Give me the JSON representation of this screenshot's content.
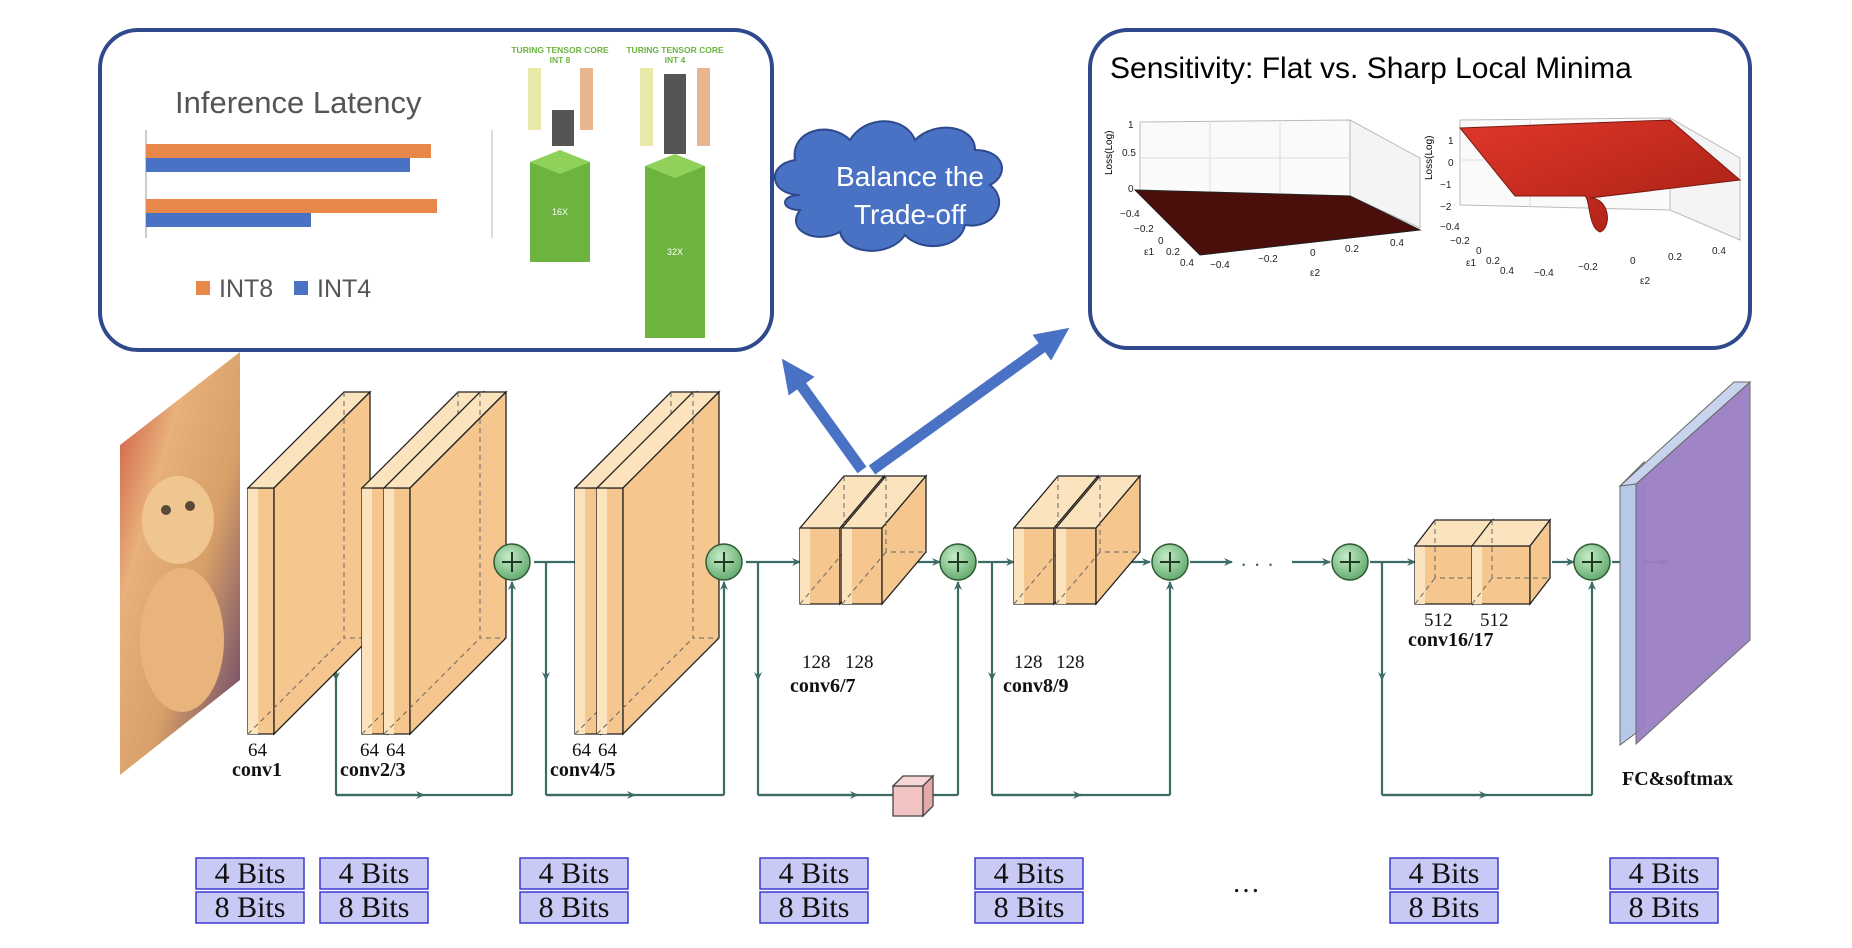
{
  "latency_panel": {
    "title": "Inference Latency",
    "legend": [
      {
        "label": "INT8",
        "color": "#e8874a"
      },
      {
        "label": "INT4",
        "color": "#4a72c4"
      }
    ],
    "bars": [
      {
        "int8": 0.95,
        "int4": 0.88
      },
      {
        "int8": 0.97,
        "int4": 0.55
      }
    ],
    "tensor_cores": [
      {
        "title_line1": "TURING TENSOR CORE",
        "title_line2": "INT 8",
        "throughput": "16X"
      },
      {
        "title_line1": "TURING TENSOR CORE",
        "title_line2": "INT 4",
        "throughput": "32X"
      }
    ]
  },
  "cloud": {
    "line1": "Balance the",
    "line2": "Trade-off",
    "color": "#4a72c4"
  },
  "sensitivity_panel": {
    "title": "Sensitivity: Flat vs. Sharp Local Minima",
    "plots": [
      {
        "zlabel": "Loss(Log)",
        "zticks": [
          "1",
          "0.5",
          "0"
        ],
        "xlabel": "ε1",
        "ylabel": "ε2",
        "xticks": [
          "−0.4",
          "−0.2",
          "0",
          "0.2",
          "0.4"
        ],
        "yticks": [
          "−0.4",
          "−0.2",
          "0",
          "0.2",
          "0.4"
        ],
        "surface": "flat"
      },
      {
        "zlabel": "Loss(Log)",
        "zticks": [
          "1",
          "0",
          "−1",
          "−2"
        ],
        "xlabel": "ε1",
        "ylabel": "ε2",
        "xticks": [
          "−0.4",
          "−0.2",
          "0",
          "0.2",
          "0.4"
        ],
        "yticks": [
          "−0.4",
          "−0.2",
          "0",
          "0.2",
          "0.4"
        ],
        "surface": "sharp"
      }
    ]
  },
  "network": {
    "layers": [
      {
        "name": "conv1",
        "channels": [
          "64"
        ]
      },
      {
        "name": "conv2/3",
        "channels": [
          "64",
          "64"
        ]
      },
      {
        "name": "conv4/5",
        "channels": [
          "64",
          "64"
        ]
      },
      {
        "name": "conv6/7",
        "channels": [
          "128",
          "128"
        ]
      },
      {
        "name": "conv8/9",
        "channels": [
          "128",
          "128"
        ]
      },
      {
        "name": "conv16/17",
        "channels": [
          "512",
          "512"
        ]
      },
      {
        "name": "FC&softmax",
        "channels": []
      }
    ],
    "dots": "· · ·",
    "ellipsis": "…"
  },
  "bit_options": [
    {
      "top": "4 Bits",
      "bottom": "8 Bits"
    },
    {
      "top": "4 Bits",
      "bottom": "8 Bits"
    },
    {
      "top": "4 Bits",
      "bottom": "8 Bits"
    },
    {
      "top": "4 Bits",
      "bottom": "8 Bits"
    },
    {
      "top": "4 Bits",
      "bottom": "8 Bits"
    },
    {
      "top": "4 Bits",
      "bottom": "8 Bits"
    },
    {
      "top": "4 Bits",
      "bottom": "8 Bits"
    }
  ],
  "colors": {
    "panel_border": "#2e4a8c",
    "conv_fill": "#f5c78e",
    "conv_light": "#fbe3bd",
    "arrow_blue": "#4a72c4",
    "line_teal": "#3d6b66",
    "adder": "#7fbf8a",
    "bits_fill": "#c9c9f5",
    "bits_stroke": "#3b3bd0",
    "fc_blue": "#b7c8e8",
    "fc_purple": "#9b7fc4",
    "tensor_green": "#6cb33f"
  }
}
